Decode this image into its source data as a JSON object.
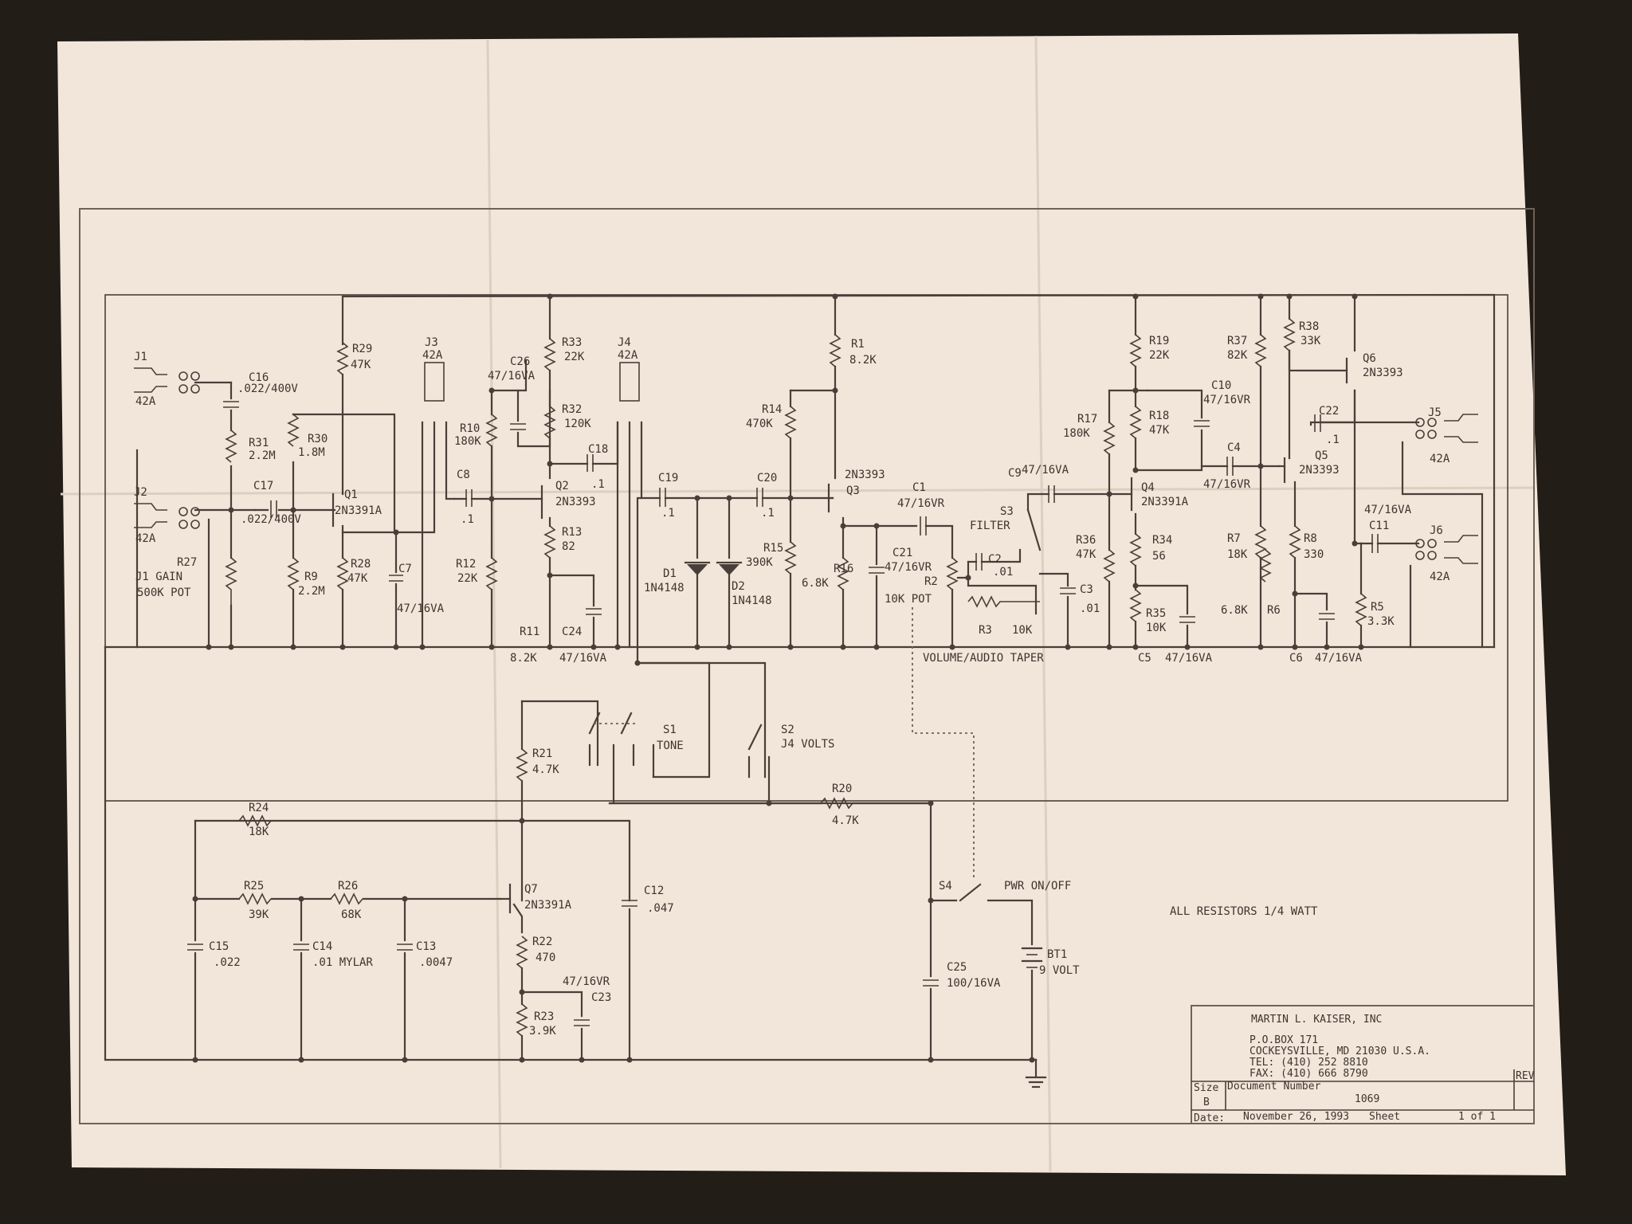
{
  "title_block": {
    "company": "MARTIN L. KAISER, INC",
    "address_1": "P.O.BOX 171",
    "address_2": "COCKEYSVILLE, MD 21030 U.S.A.",
    "tel": "TEL: (410) 252 8810",
    "fax": "FAX: (410) 666 8790",
    "size_label": "Size",
    "size_value": "B",
    "doc_number_label": "Document Number",
    "doc_number": "1069",
    "rev_label": "REV",
    "date_label": "Date:",
    "date": "November 26, 1993",
    "sheet_label": "Sheet",
    "sheet_value": "1 of 1"
  },
  "notes": {
    "resistors": "ALL RESISTORS 1/4 WATT"
  },
  "labels": {
    "J1": "J1",
    "J1_type": "42A",
    "J2": "J2",
    "J2_type": "42A",
    "C16": "C16",
    "C16_val": ".022/400V",
    "R31": "R31",
    "R31_val": "2.2M",
    "C17": "C17",
    "C17_val": ".022/400V",
    "R27": "R27",
    "R27_val": "J1 GAIN",
    "R27_val2": "500K POT",
    "R30": "R30",
    "R30_val": "1.8M",
    "R9": "R9",
    "R9_val": "2.2M",
    "R29": "R29",
    "R29_val": "47K",
    "R28": "R28",
    "R28_val": "47K",
    "Q1": "Q1",
    "Q1_val": "2N3391A",
    "C7": "C7",
    "C7_val": "47/16VA",
    "J3": "J3",
    "J3_type": "42A",
    "C8": "C8",
    "C8_val": ".1",
    "R10": "R10",
    "R10_val": "180K",
    "R12": "R12",
    "R12_val": "22K",
    "C26": "C26",
    "C26_val": "47/16VA",
    "R33": "R33",
    "R33_val": "22K",
    "R32": "R32",
    "R32_val": "120K",
    "Q2": "Q2",
    "Q2_val": "2N3393",
    "R13": "R13",
    "R13_val": "82",
    "R11": "R11",
    "R11_val": "8.2K",
    "C24": "C24",
    "C24_val": "47/16VA",
    "C18": "C18",
    "C18_val": ".1",
    "J4": "J4",
    "J4_type": "42A",
    "C19": "C19",
    "C19_val": ".1",
    "D1": "D1",
    "D1_val": "1N4148",
    "D2": "D2",
    "D2_val": "1N4148",
    "C20": "C20",
    "C20_val": ".1",
    "R14": "R14",
    "R14_val": "470K",
    "R15": "R15",
    "R15_val": "390K",
    "R1": "R1",
    "R1_val": "8.2K",
    "Q3": "Q3",
    "Q3_val": "2N3393",
    "R16": "R16",
    "R16_val": "6.8K",
    "C1": "C1",
    "C1_val": "47/16VR",
    "C21": "C21",
    "C21_val": "47/16VR",
    "R2": "R2",
    "R2_val": "10K POT",
    "R2_note": "VOLUME/AUDIO TAPER",
    "S3": "S3",
    "S3_val": "FILTER",
    "C2": "C2",
    "C2_val": ".01",
    "C3": "C3",
    "C3_val": ".01",
    "R3": "R3",
    "R3_val": "10K",
    "C9": "C9",
    "C9_val": "47/16VA",
    "R17": "R17",
    "R17_val": "180K",
    "R19": "R19",
    "R19_val": "22K",
    "R18": "R18",
    "R18_val": "47K",
    "Q4": "Q4",
    "Q4_val": "2N3391A",
    "R36": "R36",
    "R36_val": "47K",
    "R34": "R34",
    "R34_val": "56",
    "R35": "R35",
    "R35_val": "10K",
    "C5": "C5",
    "C5_val": "47/16VA",
    "C10": "C10",
    "C10_val": "47/16VR",
    "C4": "C4",
    "C4_val": "47/16VR",
    "R37": "R37",
    "R37_val": "82K",
    "R7": "R7",
    "R7_val": "18K",
    "R6": "R6",
    "R6_val": "6.8K",
    "R38": "R38",
    "R38_val": "33K",
    "Q6": "Q6",
    "Q6_val": "2N3393",
    "Q5": "Q5",
    "Q5_val": "2N3393",
    "R8": "R8",
    "R8_val": "330",
    "C6": "C6",
    "C6_val": "47/16VA",
    "C22": "C22",
    "C22_val": ".1",
    "C11": "C11",
    "C11_val": "47/16VA",
    "R5": "R5",
    "R5_val": "3.3K",
    "J5": "J5",
    "J5_type": "42A",
    "J6": "J6",
    "J6_type": "42A",
    "S1": "S1",
    "S1_val": "TONE",
    "S2": "S2",
    "S2_val": "J4 VOLTS",
    "R21": "R21",
    "R21_val": "4.7K",
    "R20": "R20",
    "R20_val": "4.7K",
    "R24": "R24",
    "R24_val": "18K",
    "R25": "R25",
    "R25_val": "39K",
    "R26": "R26",
    "R26_val": "68K",
    "Q7": "Q7",
    "Q7_val": "2N3391A",
    "C12": "C12",
    "C12_val": ".047",
    "C15": "C15",
    "C15_val": ".022",
    "C14": "C14",
    "C14_val": ".01 MYLAR",
    "C13": "C13",
    "C13_val": ".0047",
    "R22": "R22",
    "R22_val": "470",
    "R23": "R23",
    "R23_val": "3.9K",
    "C23": "C23",
    "C23_val": "47/16VR",
    "S4": "S4",
    "S4_val": "PWR ON/OFF",
    "C25": "C25",
    "C25_val": "100/16VA",
    "BT1": "BT1",
    "BT1_val": "9 VOLT"
  }
}
